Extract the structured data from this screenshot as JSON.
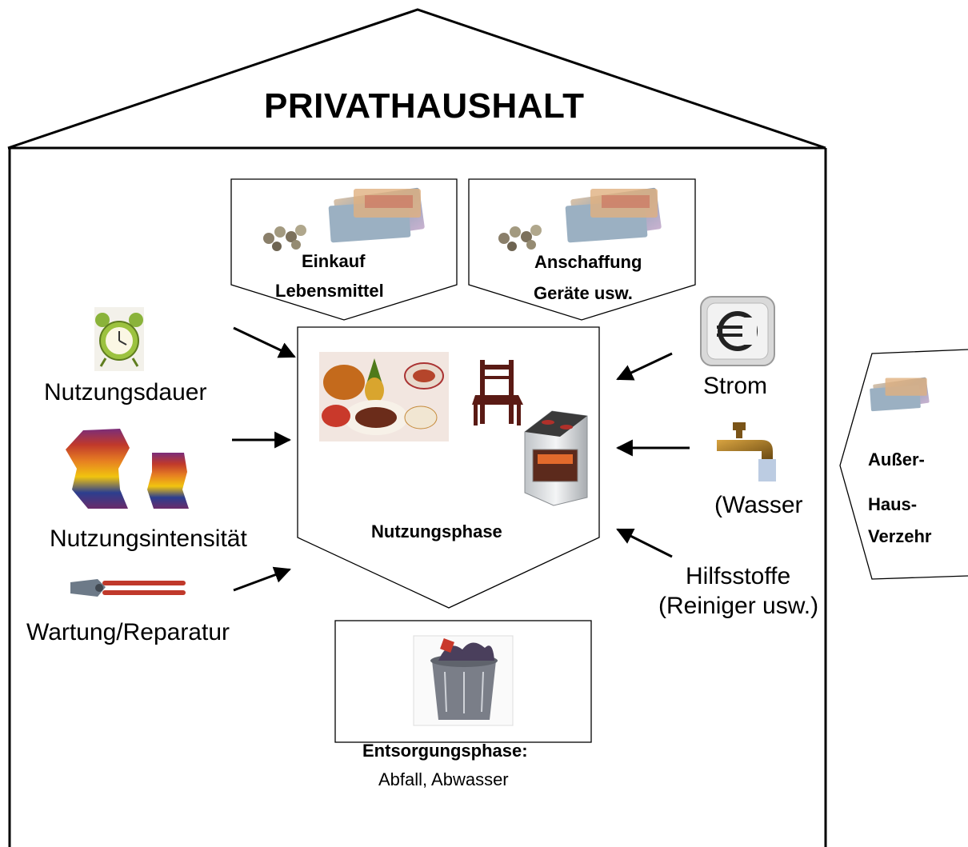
{
  "house": {
    "title": "PRIVATHAUSHALT"
  },
  "purchase_boxes": [
    {
      "line1": "Einkauf",
      "line2": "Lebensmittel"
    },
    {
      "line1": "Anschaffung",
      "line2": "Geräte usw."
    }
  ],
  "usage_phase": {
    "label": "Nutzungsphase"
  },
  "disposal_phase": {
    "title": "Entsorgungsphase:",
    "subtitle": "Abfall, Abwasser"
  },
  "left_factors": [
    "Nutzungsdauer",
    "Nutzungsintensität",
    "Wartung/Reparatur"
  ],
  "right_inputs": {
    "strom": "Strom",
    "wasser": "(Wasser",
    "hilfsstoffe_1": "Hilfsstoffe",
    "hilfsstoffe_2": "(Reiniger usw.)"
  },
  "outside": {
    "line1": "Außer-",
    "line2": "Haus-",
    "line3": "Verzehr"
  },
  "icons": {
    "money": "money-icon",
    "coins": "coins-icon",
    "alarm_clock": "alarm-clock-icon",
    "stacked_layers": "stacked-layers-icon",
    "pliers": "pliers-icon",
    "euro_button": "euro-icon",
    "faucet": "faucet-icon",
    "food": "food-platter-icon",
    "chair": "chair-icon",
    "stove": "stove-icon",
    "trash_bin": "trash-bin-icon"
  }
}
